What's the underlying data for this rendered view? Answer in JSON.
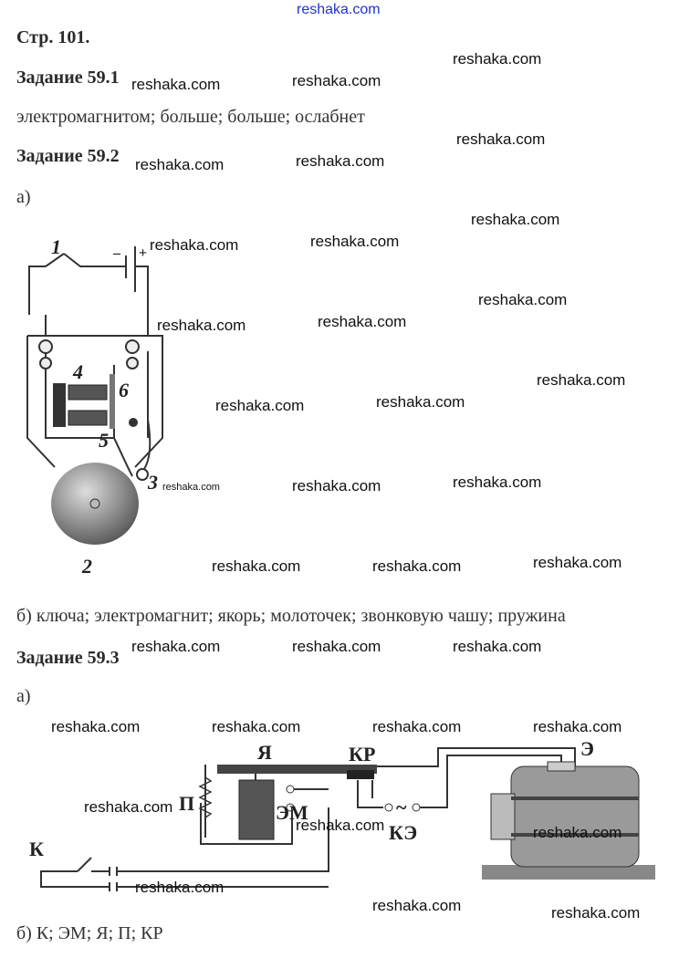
{
  "watermark": "reshaka.com",
  "page_label": "Стр. 101.",
  "task_59_1": {
    "title": "Задание 59.1",
    "answer": "электромагнитом; больше; больше; ослабнет"
  },
  "task_59_2": {
    "title": "Задание 59.2",
    "part_a": "а)",
    "figure_labels": [
      "1",
      "2",
      "3",
      "4",
      "5",
      "6",
      "–",
      "+"
    ],
    "part_b": "б) ключа; электромагнит; якорь; молоточек; звонковую чашу; пружина"
  },
  "task_59_3": {
    "title": "Задание 59.3",
    "part_a": "а)",
    "figure_labels": {
      "ya": "Я",
      "kr": "КР",
      "e": "Э",
      "p": "П",
      "em": "ЭМ",
      "ke": "КЭ",
      "k": "К",
      "tilde": "~"
    },
    "part_b": "б) К; ЭМ; Я; П; КР"
  }
}
